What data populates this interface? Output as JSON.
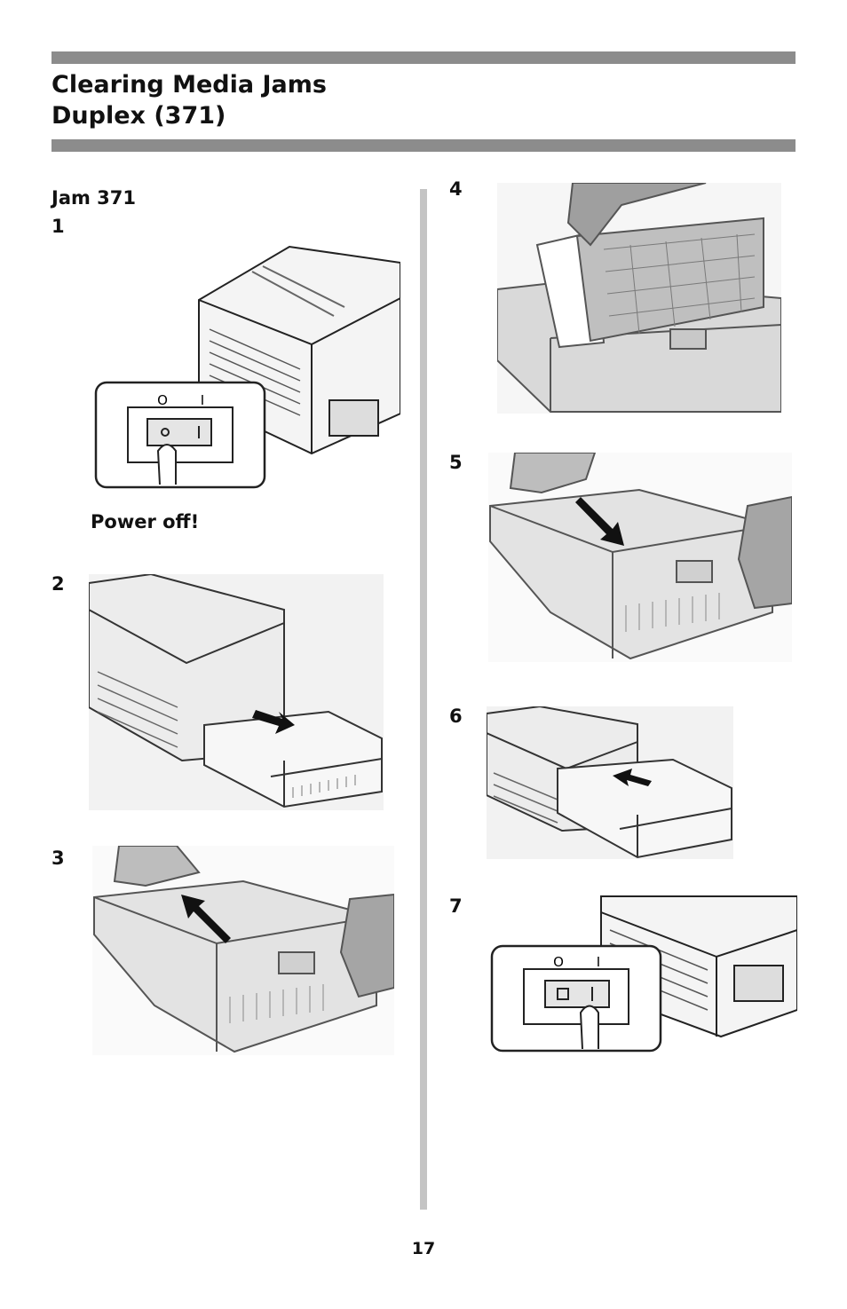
{
  "header": {
    "title_line1": "Clearing Media Jams",
    "title_line2": "Duplex (371)"
  },
  "left": {
    "jam_label": "Jam 371",
    "step1": "1",
    "power_off": "Power off!",
    "step2": "2",
    "step3": "3"
  },
  "right": {
    "step4": "4",
    "step5": "5",
    "step6": "6",
    "step7": "7"
  },
  "switch_labels": {
    "off": "O",
    "on": "I"
  },
  "footer": {
    "page_number": "17"
  }
}
